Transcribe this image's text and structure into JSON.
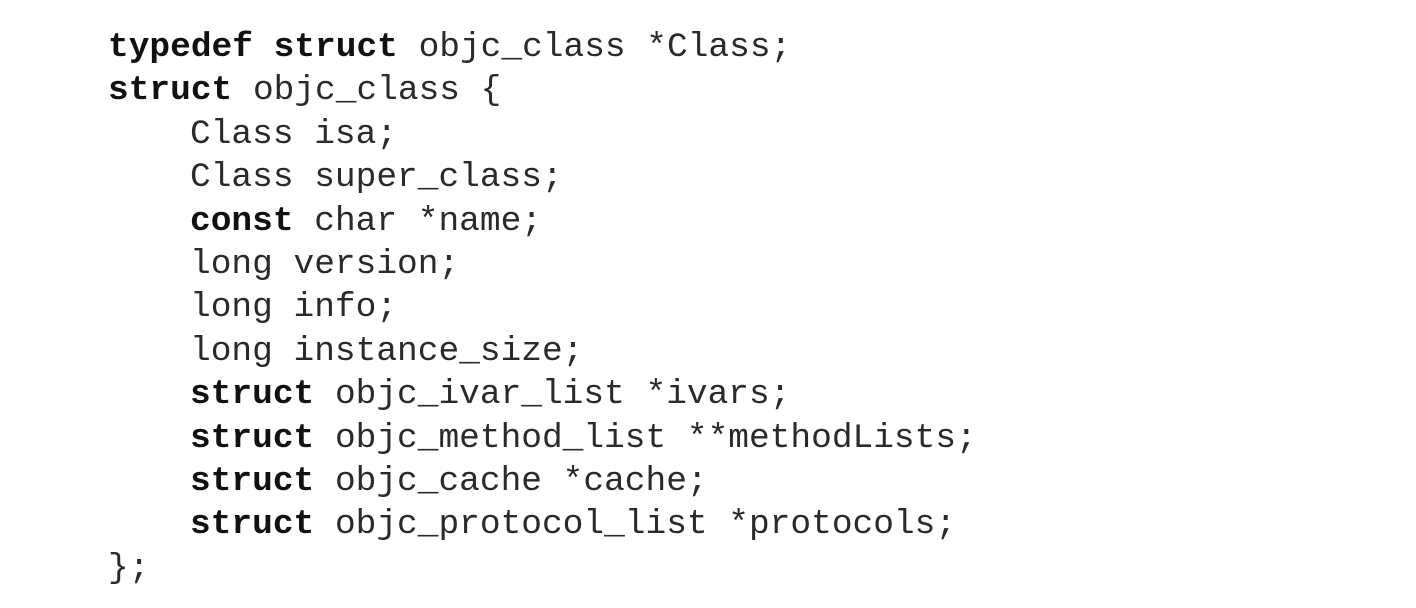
{
  "code": {
    "lines": [
      {
        "indent": false,
        "keyword": "typedef struct",
        "text": " objc_class *Class;"
      },
      {
        "indent": false,
        "keyword": "struct",
        "text": " objc_class {"
      },
      {
        "indent": true,
        "keyword": "",
        "text": "Class isa;"
      },
      {
        "indent": true,
        "keyword": "",
        "text": "Class super_class;"
      },
      {
        "indent": true,
        "keyword": "const",
        "text": " char *name;"
      },
      {
        "indent": true,
        "keyword": "",
        "text": "long version;"
      },
      {
        "indent": true,
        "keyword": "",
        "text": "long info;"
      },
      {
        "indent": true,
        "keyword": "",
        "text": "long instance_size;"
      },
      {
        "indent": true,
        "keyword": "struct",
        "text": " objc_ivar_list *ivars;"
      },
      {
        "indent": true,
        "keyword": "struct",
        "text": " objc_method_list **methodLists;"
      },
      {
        "indent": true,
        "keyword": "struct",
        "text": " objc_cache *cache;"
      },
      {
        "indent": true,
        "keyword": "struct",
        "text": " objc_protocol_list *protocols;"
      },
      {
        "indent": false,
        "keyword": "",
        "text": "};"
      }
    ]
  }
}
